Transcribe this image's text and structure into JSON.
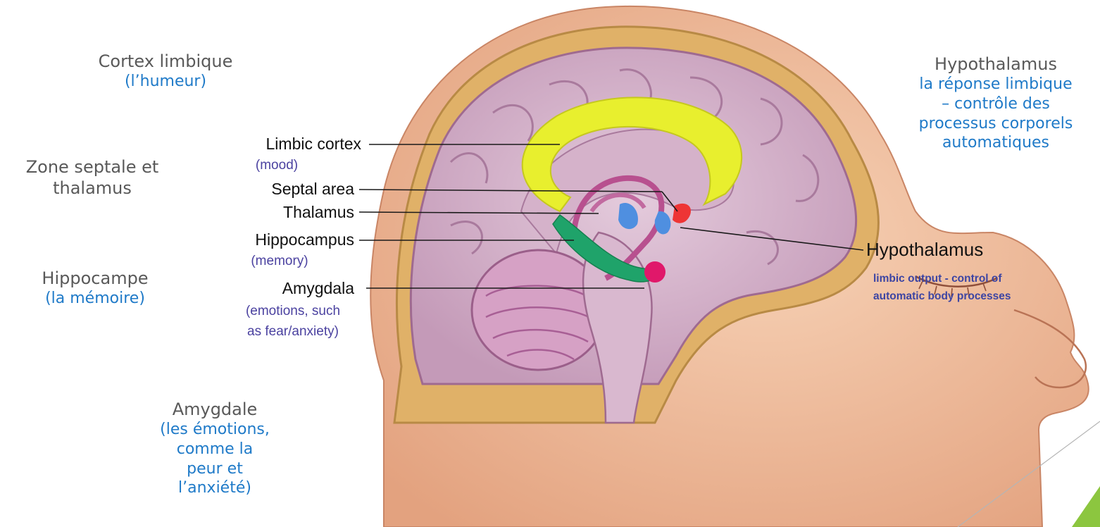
{
  "french_labels": {
    "cortex": {
      "title": "Cortex limbique",
      "sub": "(l’humeur)"
    },
    "septal": {
      "line1": "Zone septale et",
      "line2": "thalamus"
    },
    "hippocampe": {
      "title": "Hippocampe",
      "sub": "(la mémoire)"
    },
    "amygdale": {
      "title": "Amygdale",
      "sub_lines": [
        "(les émotions,",
        "comme la",
        "peur et",
        "l’anxiété)"
      ]
    },
    "hypothalamus": {
      "title": "Hypothalamus",
      "sub_lines": [
        "la réponse limbique",
        "– contrôle des",
        "processus corporels",
        "automatiques"
      ]
    }
  },
  "figure_labels": {
    "limbic_cortex": "Limbic cortex",
    "limbic_cortex_note": "(mood)",
    "septal_area": "Septal area",
    "thalamus": "Thalamus",
    "hippocampus": "Hippocampus",
    "hippocampus_note": "(memory)",
    "amygdala": "Amygdala",
    "amygdala_note_1": "(emotions, such",
    "amygdala_note_2": "as fear/anxiety)",
    "hypothalamus": "Hypothalamus",
    "hypothalamus_note_1": "limbic output - control of",
    "hypothalamus_note_2": "automatic body processes"
  },
  "colors": {
    "french_title": "#595959",
    "french_sub": "#1f7ac8",
    "limbic_cortex": "#e8ef2e",
    "hippocampus": "#1fa36a",
    "amygdala": "#e0186a",
    "hypothalamus": "#ee3535",
    "thalamus": "#4f8fe0",
    "skin": "#f3c3a4",
    "accent_triangle": "#8cc63f"
  }
}
